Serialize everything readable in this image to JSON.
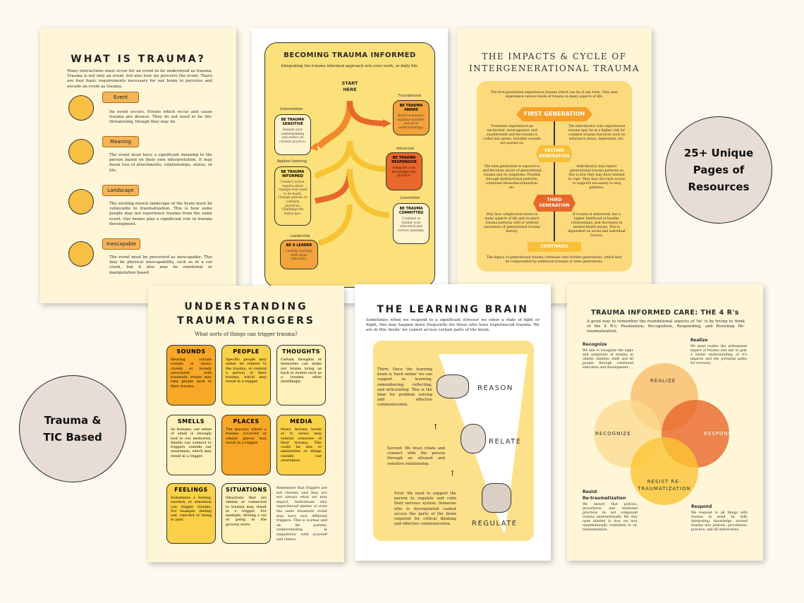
{
  "badges": {
    "right": "25+ Unique Pages of Resources",
    "left": "Trauma & TIC Based"
  },
  "p1": {
    "title": "WHAT IS TRAUMA?",
    "intro": "Many interactions must occur for an event to be understood as trauma. Trauma is not only an event, but also how we perceive the event. There are four basic requirements necessary for our brain to perceive and encode an event as trauma.",
    "items": [
      {
        "tag": "Event",
        "text": "An event occurs. Events which occur and cause trauma are diverse. They do not need to be life-threatening, though they may be.",
        "icon": "explosion-icon"
      },
      {
        "tag": "Meaning",
        "text": "The event must have a significant meaning to the person based on their own interpretation. It may mean loss of attachments, relationships, status, or life.",
        "icon": "scribble-icon"
      },
      {
        "tag": "Landscape",
        "text": "The existing neural landscape of the brain must be vulnerable to traumatization. This is how some people may not experience trauma from the same event. Our brains play a significant role in trauma development.",
        "icon": "head-brain-icon"
      },
      {
        "tag": "Inescapable",
        "text": "The event must be perceived as inescapable. This may be physical inescapability, such as in a car crash, but it also may be emotional or manipulation based.",
        "icon": "handcuffs-icon"
      }
    ]
  },
  "p2": {
    "title": "BECOMING TRAUMA INFORMED",
    "subtitle": "Integrating the trauma informed approach into your work, or daily life.",
    "start": "START HERE",
    "labels": {
      "foundational": "Foundational",
      "intermediate": "Intermediate",
      "advanced": "Advanced",
      "applied": "Applied Learning",
      "committed": "Committed",
      "leadership": "Leadership"
    },
    "boxes": {
      "aware": {
        "h": "BE TRAUMA AWARE",
        "t": "Build awareness, examine mindset, and grow understandings."
      },
      "sensitive": {
        "h": "BE TRAUMA SENSITIVE",
        "t": "Deepen your understanding and reflect on current practice."
      },
      "responsive": {
        "h": "BE TRAUMA RESPONSIVE",
        "t": "Integrate your knowledge into practice."
      },
      "informed": {
        "h": "BE TRAUMA INFORMED",
        "t": "Conduct action, inquire about changes that need to be made. Change policies or common practices. Challenge the status quo."
      },
      "committed": {
        "h": "BE TRAUMA COMMITTED",
        "t": "Continue to further your education and correct missteps."
      },
      "leader": {
        "h": "BE A LEADER",
        "t": "Leading learning with other educators."
      }
    }
  },
  "p3": {
    "title1": "THE IMPACTS & CYCLE OF",
    "title2": "INTERGENERATIONAL TRAUMA",
    "intro": "The first-generation experiences trauma which can be of any form. They may experience various levels of trauma in many aspects of life.",
    "first": "FIRST GENERATION",
    "second": "SECOND GENERATION",
    "third": "THIRD GENERATION",
    "continues": "CONTINUES",
    "l1": "Traumatic experiences go unchecked, unrecognized, and unaddressed and the trauma is coded into genes. Invisible wounds are passed on.",
    "r1": "The individual(s) who experienced trauma may be at a higher risk for common trauma reactions such as substance abuse, depression, etc.",
    "l2": "The next generation is exposed to and becomes aware of generational trauma and its symptoms. Possibly through dysfunctional patterns, continued abuse/discrimination, etc.",
    "r2": "Individual(s) may repeat generational trauma patterns as this is how they may have learned to cope. They may also lack access to supports necessary to stop patterns.",
    "l3": "May face complicated issues in many aspects of life and re-enact trauma patterns with or without awareness of generational trauma history.",
    "r3": "If trauma is addressed, has a higher likelihood of healthy relationships, and decreases in mental health issues. This is dependent on social and individual factors.",
    "footer": "The legacy of generational trauma continues onto further generations, which may be compounded by additional traumas in later generations."
  },
  "p4": {
    "title1": "UNDERSTANDING",
    "title2": "TRAUMA TRIGGERS",
    "subtitle": "What sorts of things can trigger trauma?",
    "cards": [
      {
        "label": "SOUNDS",
        "text": "Hearing certain sounds or music closely or loosely associated with traumatic events may take people back to their trauma."
      },
      {
        "label": "PEOPLE",
        "text": "Specific people may either be related to the trauma, or remind a person of their trauma, which may result in a trigger."
      },
      {
        "label": "THOUGHTS",
        "text": "Certain thoughts or memories can make our brains bring us back to events such as a trauma, often unwillingly."
      },
      {
        "label": "SMELLS",
        "text": "As humans, our sense of smell is strongly tied to our memories. Smells can connect to triggers outside our awareness, which may result in a trigger."
      },
      {
        "label": "PLACES",
        "text": "The place(s) where a trauma occurred or similar places may result in a trigger."
      },
      {
        "label": "MEDIA",
        "text": "News, movies, books or tv series may remind someone of their trauma. This could be due to similarities or things outside our awareness."
      },
      {
        "label": "FEELINGS",
        "text": "Sometimes a feeling, emotion or sensation can trigger trauma. For example, feeling sad, rejected or being in pain."
      },
      {
        "label": "SITUATIONS",
        "text": "Situations that are similar or connected to trauma may result in a trigger. For example, driving a car or going to the grocery store."
      }
    ],
    "note": "Remember that triggers are not chosen, and they are not always what we may expect. Individuals who experienced similar or even the same traumatic event may have very different triggers. This is normal and ok. Be patient, understanding & empathetic with yourself and others."
  },
  "p5": {
    "title": "THE LEARNING BRAIN",
    "intro": "Sometimes when we respond to a significant stressor we enter a state of fight or flight, this may happen more frequently for those who have experienced trauma. We are in this 'mode' we cannot access certain parts of the brain.",
    "reason": "REASON",
    "relate": "RELATE",
    "regulate": "REGULATE",
    "third": "Third: Once the learning brain is 'back online' we can support in learning, remembering, reflecting, and articulating. This is the time for problem solving and effective communication.",
    "second": "Second: We must relate and connect with the person through an attuned and sensitive relationship.",
    "first": "First: We need to support the person to regulate and calm their nervous system. Someone who is dysregulated cannot access the parts of the brain required for critical thinking and effective communication."
  },
  "p6": {
    "title": "TRAUMA INFORMED CARE: THE 4 R's",
    "intro": "A good way to remember the foundational aspects of 'tic' is by trying to think of the 4 R's: Realization, Recognition, Responding, and Resisting Re-traumatization.",
    "circles": {
      "realize": "REALIZE",
      "recognize": "RECOGNIZE",
      "respond": "RESPOND",
      "resist": "RESIST RE-TRAUMATIZATION"
    },
    "recognize_h": "Recognize",
    "recognize_t": "We aim to recognize the signs and symptoms of trauma in clients, families, staff, and all people through continued education and development.",
    "realize_h": "Realize",
    "realize_t": "We must realize the widespread impact of trauma and aim to gain a better understanding of it's impacts and the potential paths for recovery.",
    "resist_h1": "Resist",
    "resist_h2": "Re-traumatization",
    "resist_t": "We ensure that policies, procedures, and relational practices do not compound trauma unintentionally. We stay open minded to how we may unintentionally contribute to re-traumatization.",
    "respond_h": "Respond",
    "respond_t": "We respond to all things with trauma in mind by fully integrating knowledge around trauma into policies, procedures, practice, and all interactions."
  }
}
